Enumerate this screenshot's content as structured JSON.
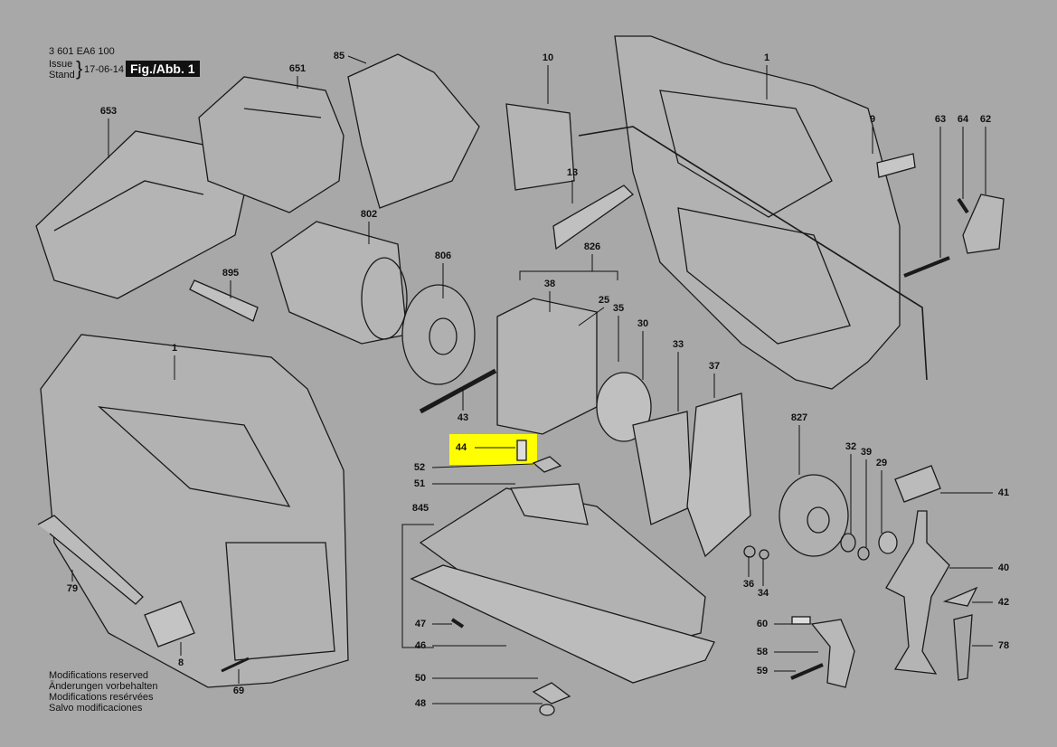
{
  "header": {
    "part_number": "3 601 EA6 100",
    "issue_label": "Issue",
    "stand_label": "Stand",
    "date": "17-06-14",
    "figure": "Fig./Abb. 1"
  },
  "notes": [
    "Modifications reserved",
    "Änderungen vorbehalten",
    "Modifications resérvées",
    "Salvo modificaciones"
  ],
  "highlight_color": "#ffff00",
  "highlighted_callout": "44",
  "callouts": {
    "c85": "85",
    "c10": "10",
    "c1a": "1",
    "c651": "651",
    "c653": "653",
    "c9": "9",
    "c63": "63",
    "c64": "64",
    "c62": "62",
    "c13": "13",
    "c802": "802",
    "c826": "826",
    "c806": "806",
    "c895": "895",
    "c38": "38",
    "c25": "25",
    "c35": "35",
    "c30": "30",
    "c33": "33",
    "c1b": "1",
    "c37": "37",
    "c43": "43",
    "c827": "827",
    "c44": "44",
    "c32": "32",
    "c39": "39",
    "c29": "29",
    "c52": "52",
    "c51": "51",
    "c41": "41",
    "c845": "845",
    "c40": "40",
    "c79": "79",
    "c36": "36",
    "c34": "34",
    "c42": "42",
    "c60": "60",
    "c47": "47",
    "c78": "78",
    "c46": "46",
    "c58": "58",
    "c8": "8",
    "c59": "59",
    "c50": "50",
    "c69": "69",
    "c48": "48"
  }
}
